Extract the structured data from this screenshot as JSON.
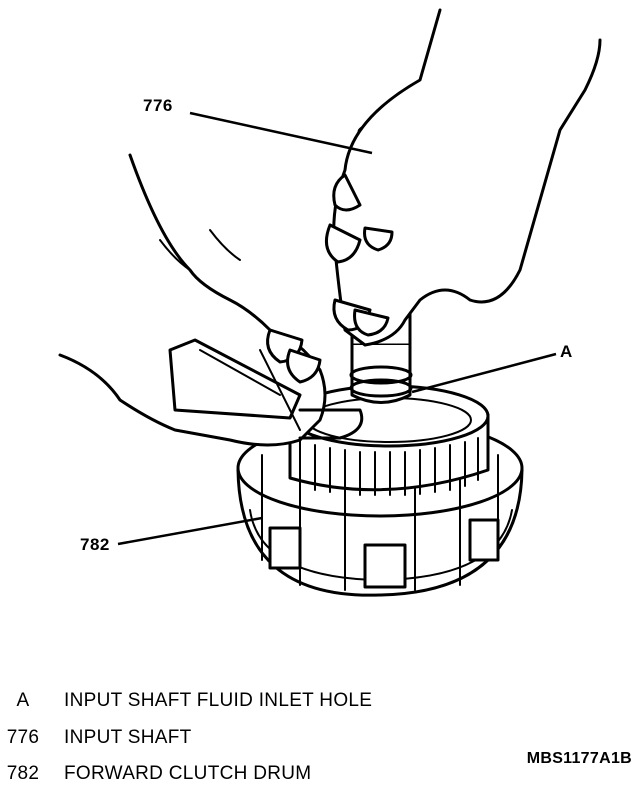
{
  "callouts": {
    "shaft": "776",
    "inlet": "A",
    "drum": "782"
  },
  "legend": [
    {
      "code": "A",
      "description": "INPUT SHAFT FLUID INLET HOLE"
    },
    {
      "code": "776",
      "description": "INPUT SHAFT"
    },
    {
      "code": "782",
      "description": "FORWARD CLUTCH DRUM"
    }
  ],
  "figure_id": "MBS1177A1B"
}
